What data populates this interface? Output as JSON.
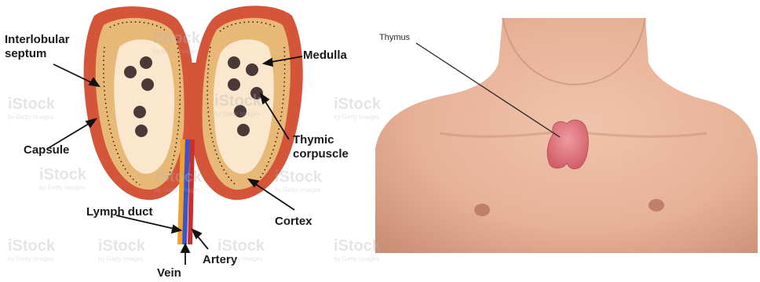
{
  "left_labels": {
    "interlobular_septum_line1": "Interlobular",
    "interlobular_septum_line2": "septum",
    "capsule": "Capsule",
    "lymph_duct": "Lymph duct",
    "vein": "Vein",
    "medulla": "Medulla",
    "thymic_corpuscle_line1": "Thymic",
    "thymic_corpuscle_line2": "corpuscle",
    "cortex": "Cortex",
    "artery": "Artery"
  },
  "right_labels": {
    "thymus": "Thymus"
  },
  "watermark": {
    "brand": "iStock",
    "sub": "by Getty Images"
  },
  "colors": {
    "capsule": "#d4553a",
    "cortex": "#e8b877",
    "medulla": "#fbe7cd",
    "corpuscle": "#4b3838",
    "vein": "#3a55c8",
    "artery": "#c9302c",
    "lymph_duct": "#f0a22a",
    "skin": "#e9b59c",
    "thymus_organ": "#e0777e"
  }
}
